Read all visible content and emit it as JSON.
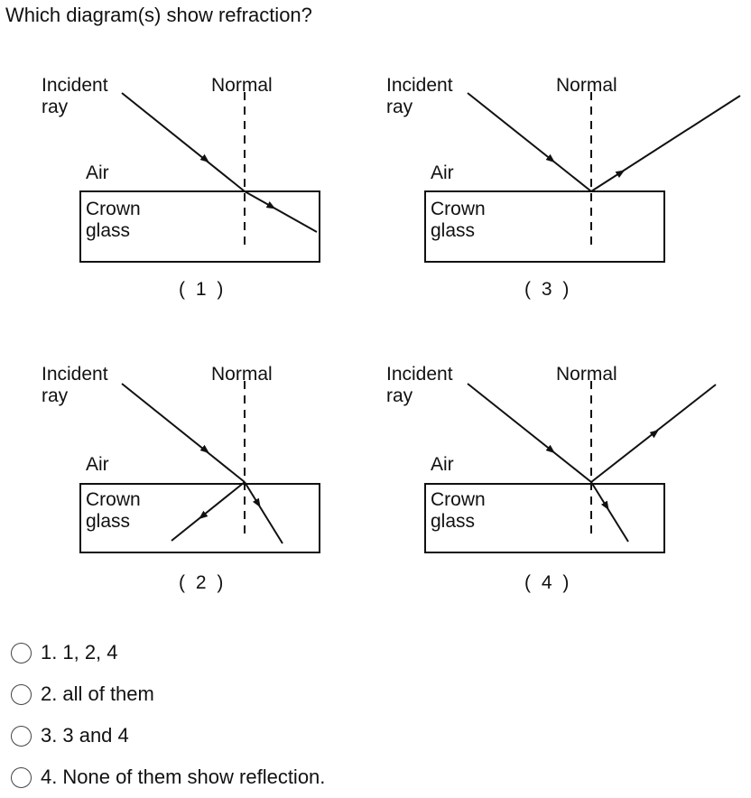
{
  "question": "Which diagram(s) show refraction?",
  "panel_text": {
    "incident": "Incident",
    "ray": "ray",
    "normal": "Normal",
    "air": "Air",
    "crown": "Crown",
    "glass": "glass"
  },
  "panels": [
    {
      "id": "1",
      "label": "( 1 )",
      "rays": [
        "incident",
        "refracted"
      ]
    },
    {
      "id": "2",
      "label": "( 2 )",
      "rays": [
        "incident",
        "refracted-toward-normal",
        "reflected-inside-glass"
      ]
    },
    {
      "id": "3",
      "label": "( 3 )",
      "rays": [
        "incident",
        "reflected"
      ]
    },
    {
      "id": "4",
      "label": "( 4 )",
      "rays": [
        "incident",
        "reflected",
        "refracted"
      ]
    }
  ],
  "options": [
    {
      "number": "1.",
      "text": "1, 2, 4"
    },
    {
      "number": "2.",
      "text": "all of them"
    },
    {
      "number": "3.",
      "text": "3 and 4"
    },
    {
      "number": "4.",
      "text": "None of them show reflection."
    }
  ]
}
